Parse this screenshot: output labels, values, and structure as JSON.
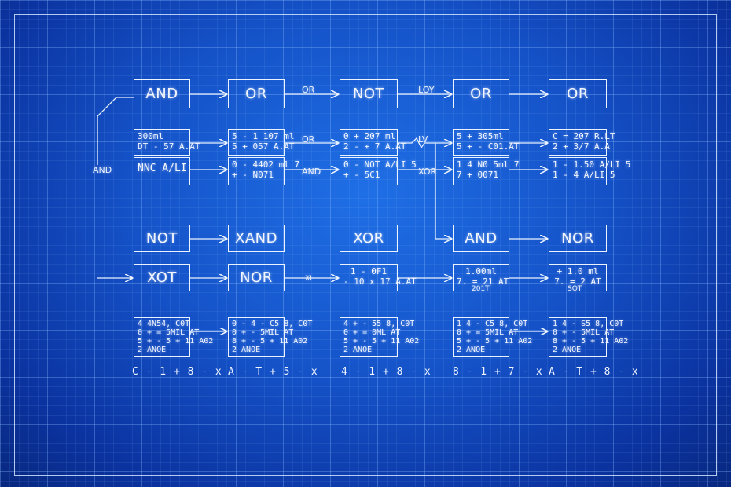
{
  "row1": [
    {
      "id": "g1",
      "label": "AND"
    },
    {
      "id": "g2",
      "label": "OR"
    },
    {
      "id": "g3",
      "label": "NOT"
    },
    {
      "id": "g4",
      "label": "OR"
    },
    {
      "id": "g5",
      "label": "OR"
    }
  ],
  "row1_wire_labels": [
    "OR",
    "LOY"
  ],
  "row2": [
    {
      "id": "d1",
      "lines": "300ml\nDT - 57 A.AT"
    },
    {
      "id": "d2",
      "lines": "5 - 1 107 ml\n5 + 057 A.AT"
    },
    {
      "id": "d3",
      "lines": "0 + 207 ml\n2 - + 7 A.AT"
    },
    {
      "id": "d4",
      "lines": "5 + 305ml\n5 + - C01.AT"
    },
    {
      "id": "d5",
      "lines": "C = 207 R.LT\n2 + 3/7 A.A"
    }
  ],
  "row2_wire_labels": [
    "OR",
    "LV"
  ],
  "row3": [
    {
      "id": "e1",
      "lines": "NNC A/LI"
    },
    {
      "id": "e2",
      "lines": "0 - 4402 ml 7\n+ - N071"
    },
    {
      "id": "e3",
      "lines": "0 - NOT A/LI 5\n+ - 5C1"
    },
    {
      "id": "e4",
      "lines": "1 4 N0 5ml 7\n7 + 0071"
    },
    {
      "id": "e5",
      "lines": "1 - 1.50 A/LI 5\n1 - 4 A/LI 5"
    }
  ],
  "row3_wire_labels": [
    "AND",
    "XOR"
  ],
  "left_label": "AND",
  "row4": [
    {
      "id": "h1",
      "label": "NOT"
    },
    {
      "id": "h2",
      "label": "XAND"
    },
    {
      "id": "h3",
      "label": "XOR"
    },
    {
      "id": "h4",
      "label": "AND"
    },
    {
      "id": "h5",
      "label": "NOR"
    }
  ],
  "row5": [
    {
      "id": "k1",
      "label": "XOT"
    },
    {
      "id": "k2",
      "label": "NOR"
    },
    {
      "id": "k3",
      "lines": "1 - 0F1\n- 10 x 17 A.AT"
    },
    {
      "id": "k4",
      "lines": "1.00ml\n7. = 21 AT"
    },
    {
      "id": "k5",
      "lines": "+ 1.0 ml\n7. = 2 AT"
    }
  ],
  "row5_wire_labels": [
    "XI"
  ],
  "row5_sub": [
    "201T",
    "SOT"
  ],
  "row6": [
    {
      "id": "m1",
      "lines": "4 4N54, C0T\n0 + = 5MIL AT\n5 + - 5 + 11 A02\n2 ANOE"
    },
    {
      "id": "m2",
      "lines": "0 - 4 - C5 8, C0T\n0 + - 5MIL AT\n8 + - 5 + 11 A02\n2 ANOE"
    },
    {
      "id": "m3",
      "lines": "4 + - 55 8, C0T\n0 + = 0ML AT\n5 + - 5 + 11 A02\n2 ANOE"
    },
    {
      "id": "m4",
      "lines": "1 4 - C5 8, C0T\n0 + = 5MIL AT\n5 + - 5 + 11 A02\n2 ANOE"
    },
    {
      "id": "m5",
      "lines": "1 4 - S5 8, C0T\n0 + - 5MIL AT\n8 + - 5 + 11 A02\n2 ANOE"
    }
  ],
  "footer": [
    "C - 1 + 8 - x",
    "A - T + 5 - x",
    "4 - 1 + 8 - x",
    "8 - 1 + 7 - x",
    "A - T + 8 - x"
  ],
  "colors": {
    "line": "#eaf3ff",
    "bg": "#1552c8"
  }
}
